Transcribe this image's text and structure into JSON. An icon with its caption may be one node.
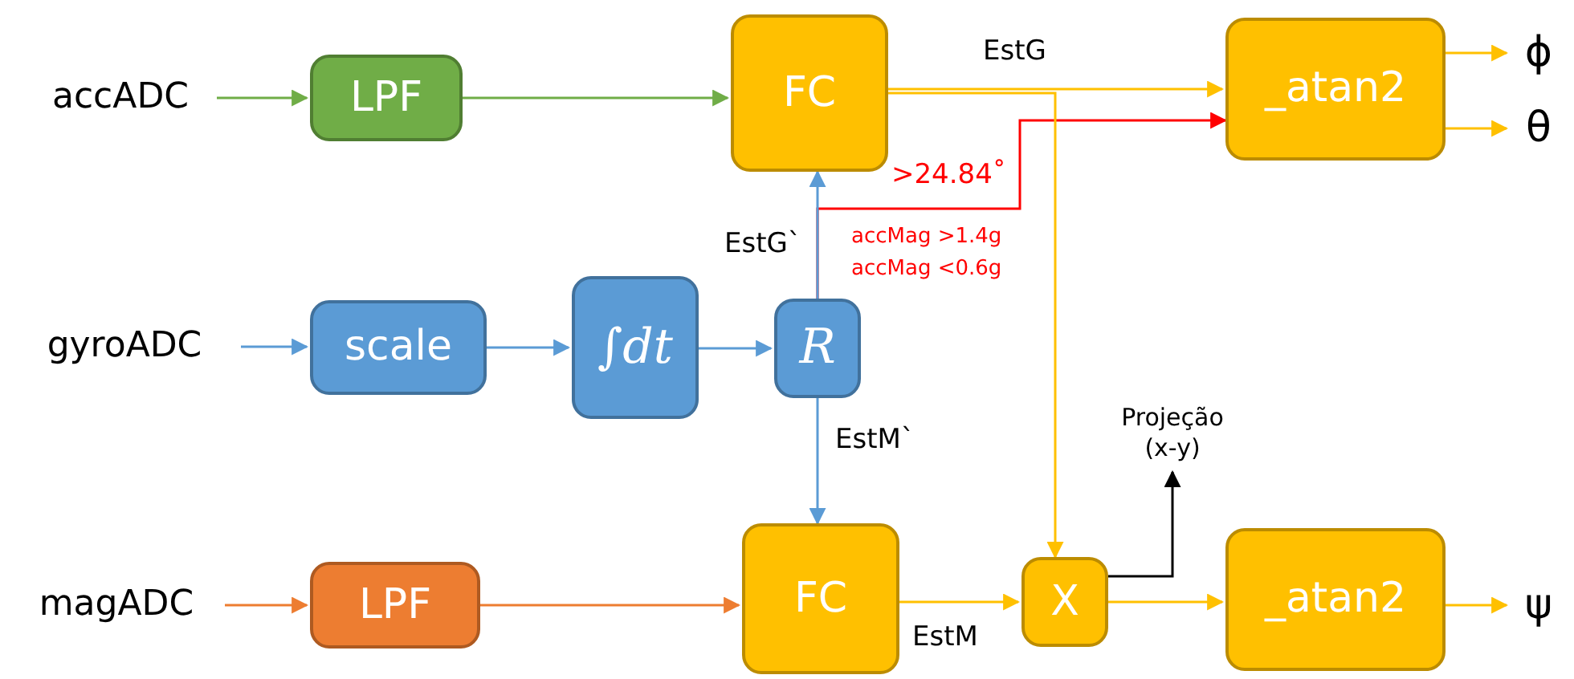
{
  "diagram": {
    "nodes": [
      {
        "text": [
          "accADC"
        ]
      },
      {
        "text": [
          "LPF"
        ]
      },
      {
        "text": [
          "FC"
        ]
      },
      {
        "text": [
          "_atan2"
        ]
      },
      {
        "text": [
          "ϕ"
        ]
      },
      {
        "text": [
          "θ"
        ]
      },
      {
        "text": [
          "gyroADC"
        ]
      },
      {
        "text": [
          "scale"
        ]
      },
      {
        "text": [
          "∫dt"
        ]
      },
      {
        "text": [
          "R"
        ]
      },
      {
        "text": [
          "magADC"
        ]
      },
      {
        "text": [
          "LPF"
        ]
      },
      {
        "text": [
          "FC"
        ]
      },
      {
        "text": [
          "X"
        ]
      },
      {
        "text": [
          "Projeção (x-y)"
        ]
      },
      {
        "text": [
          "_atan2"
        ]
      },
      {
        "text": [
          "ψ"
        ]
      }
    ],
    "edges": [
      {
        "from": 0,
        "to": 1,
        "arrow": "to",
        "color": "#70ad47"
      },
      {
        "from": 1,
        "to": 2,
        "arrow": "to",
        "color": "#70ad47"
      },
      {
        "from": 2,
        "to": 3,
        "arrow": "to",
        "label": "EstG"
      },
      {
        "from": 9,
        "to": 3,
        "arrow": "to",
        "label": ">24.84˚",
        "color": "#ff0000"
      },
      {
        "from": 3,
        "to": 4,
        "arrow": "to"
      },
      {
        "from": 3,
        "to": 5,
        "arrow": "to"
      },
      {
        "from": 6,
        "to": 7,
        "arrow": "to",
        "color": "#5b9bd5"
      },
      {
        "from": 7,
        "to": 8,
        "arrow": "to",
        "color": "#5b9bd5"
      },
      {
        "from": 8,
        "to": 9,
        "arrow": "to",
        "color": "#5b9bd5"
      },
      {
        "from": 9,
        "to": 2,
        "arrow": "to",
        "label": "EstG`",
        "color": "#5b9bd5"
      },
      {
        "from": 9,
        "to": 12,
        "arrow": "to",
        "label": "EstM`",
        "color": "#5b9bd5"
      },
      {
        "from": 10,
        "to": 11,
        "arrow": "to",
        "color": "#ed7d31"
      },
      {
        "from": 11,
        "to": 12,
        "arrow": "to",
        "color": "#ed7d31"
      },
      {
        "from": 12,
        "to": 13,
        "arrow": "to",
        "label": "EstM"
      },
      {
        "from": 2,
        "to": 13,
        "arrow": "to"
      },
      {
        "from": 13,
        "to": 14,
        "arrow": "to",
        "color": "#000000"
      },
      {
        "from": 13,
        "to": 15,
        "arrow": "to"
      },
      {
        "from": 15,
        "to": 16,
        "arrow": "to"
      }
    ],
    "labels": [
      "accMag >1.4g",
      "accMag <0.6g"
    ]
  }
}
